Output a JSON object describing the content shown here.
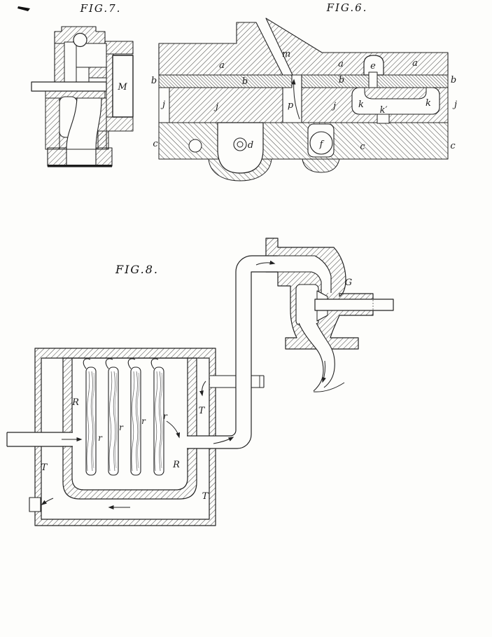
{
  "page": {
    "background": "#fdfdfb",
    "ink": "#222222"
  },
  "figure7": {
    "title": "FIG.7.",
    "labels": {
      "M": "M"
    }
  },
  "figure6": {
    "title": "FIG.6.",
    "labels": {
      "m": "m",
      "a1": "a",
      "a2": "a",
      "a3": "a",
      "b1": "b",
      "b2": "b",
      "b3": "b",
      "b4": "b",
      "e": "e",
      "p": "p",
      "j1": "j",
      "j2": "j",
      "j3": "j",
      "j4": "j",
      "k1": "k",
      "k2": "k",
      "k_prime": "k′",
      "c1": "c",
      "c2": "c",
      "c3": "c",
      "d": "d",
      "f": "f"
    }
  },
  "figure8": {
    "title": "FIG.8.",
    "labels": {
      "G": "G",
      "R1": "R",
      "R2": "R",
      "r1": "r",
      "r2": "r",
      "r3": "r",
      "r4": "r",
      "T1": "T",
      "T2": "T",
      "T3": "T"
    }
  }
}
